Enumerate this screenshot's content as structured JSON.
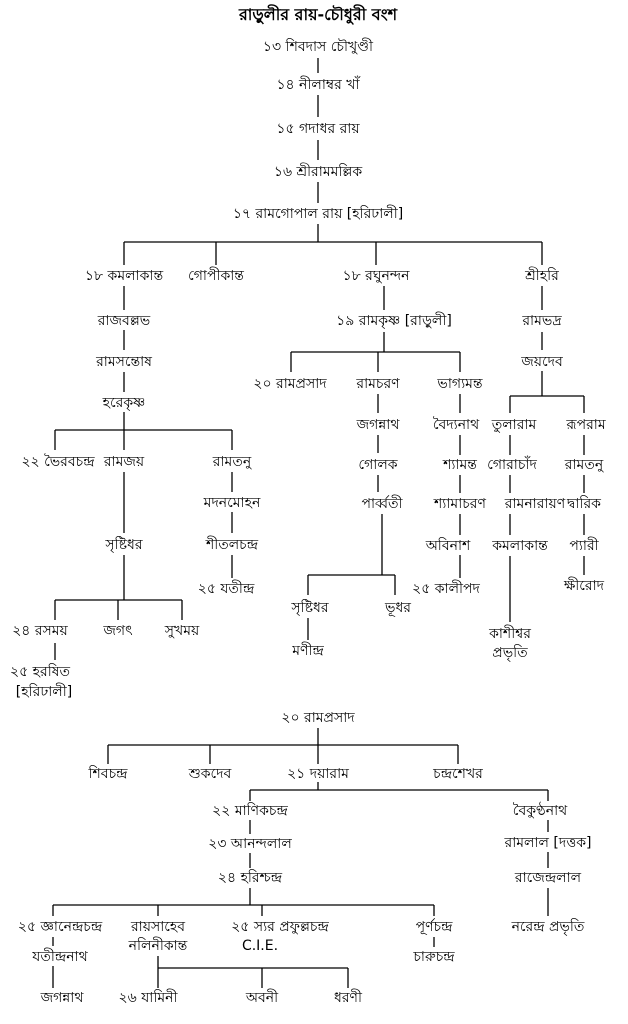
{
  "title": "রাড়ুলীর রায়-চৌধুরী বংশ",
  "nodes": {
    "n13": "১৩ শিবদাস চৌখুণ্ডী",
    "n14": "১৪ নীলাম্বর খাঁ",
    "n15": "১৫ গদাধর রায়",
    "n16": "১৬ শ্রীরামমল্লিক",
    "n17": "১৭ রামগোপাল রায় [হরিঢালী]",
    "kamalakanta": "১৮ কমলাকান্ত",
    "gopikanta": "গোপীকান্ত",
    "raghunandan": "১৮ রঘুনন্দন",
    "srihari": "শ্রীহরি",
    "rajaballabh": "রাজবল্লভ",
    "ramsantosh": "রামসন্তোষ",
    "harekrishna": "হরেকৃষ্ণ",
    "bhairabchandra": "২২ ভৈরবচন্দ্র",
    "ramjay": "রামজয়",
    "ramtanu1": "রামতনু",
    "madanmohan": "মদনমোহন",
    "shitalchandra": "শীতলচন্দ্র",
    "jatindra": "২৫ যতীন্দ্র",
    "srishtidhar1": "সৃষ্টিধর",
    "rasamay": "২৪ রসময়",
    "jagat": "জগৎ",
    "sukhamay": "সুখময়",
    "harashit": "২৫ হরষিত",
    "harashit_place": "[হরিঢালী]",
    "ramkrishna": "১৯ রামকৃষ্ণ [রাড়ুলী]",
    "ramprasad1": "২০ রামপ্রসাদ",
    "ramcharan": "রামচরণ",
    "bhagyamanta": "ভাগ্যমন্ত",
    "jagannath1": "জগন্নাথ",
    "golak": "গোলক",
    "parbati": "পার্ব্বতী",
    "srishtidhar2": "সৃষ্টিধর",
    "bhudhar": "ভূধর",
    "manindra": "মণীন্দ্র",
    "baidyanath": "বৈদ্যনাথ",
    "shyamanta": "শ্যামন্ত",
    "shyamacharan": "শ্যামাচরণ",
    "abinash": "অবিনাশ",
    "kalipada": "২৫ কালীপদ",
    "ramabhadra": "রামভদ্র",
    "jaydeb": "জয়দেব",
    "tularam": "তুলারাম",
    "ruparam": "রূপরাম",
    "gorachand": "গোরাচাঁদ",
    "ramnarayan": "রামনারায়ণ",
    "kamalakanta2": "কমলাকান্ত",
    "kashishwar": "কাশীশ্বর",
    "prabhriti1": "প্রভৃতি",
    "ramtanu2": "রামতনু",
    "dwarik": "দ্বারিক",
    "pyari": "প্যারী",
    "kshirod": "ক্ষীরোদ",
    "ramprasad2": "২০ রামপ্রসাদ",
    "shibchandra": "শিবচন্দ্র",
    "shukdeb": "শুকদেব",
    "dayaram": "২১ দয়ারাম",
    "chandrasekhar": "চন্দ্রশেখর",
    "manikchandra": "২২ মাণিকচন্দ্র",
    "anandalal": "২৩ আনন্দলাল",
    "harishchandra": "২৪ হরিশ্চন্দ্র",
    "baikunthanath": "বৈকুণ্ঠনাথ",
    "ramlal": "রামলাল [দত্তক]",
    "rajendralal": "রাজেন্দ্রলাল",
    "narendra": "নরেন্দ্র প্রভৃতি",
    "gyanendrachandra": "২৫ জ্ঞানেন্দ্রচন্দ্র",
    "yatindranath": "যতীন্দ্রনাথ",
    "jagannath2": "জগন্নাথ",
    "raysaheb": "রায়সাহেব",
    "nalinikanta": "নলিনীকান্ত",
    "prafullachandra": "২৫ স্যর প্রফুল্লচন্দ্র",
    "cie": "C.I.E.",
    "purnachandra": "পূর্ণচন্দ্র",
    "charuchandra": "চারুচন্দ্র",
    "jamini": "২৬ যামিনী",
    "abani": "অবনী",
    "dharani": "ধরণী"
  }
}
